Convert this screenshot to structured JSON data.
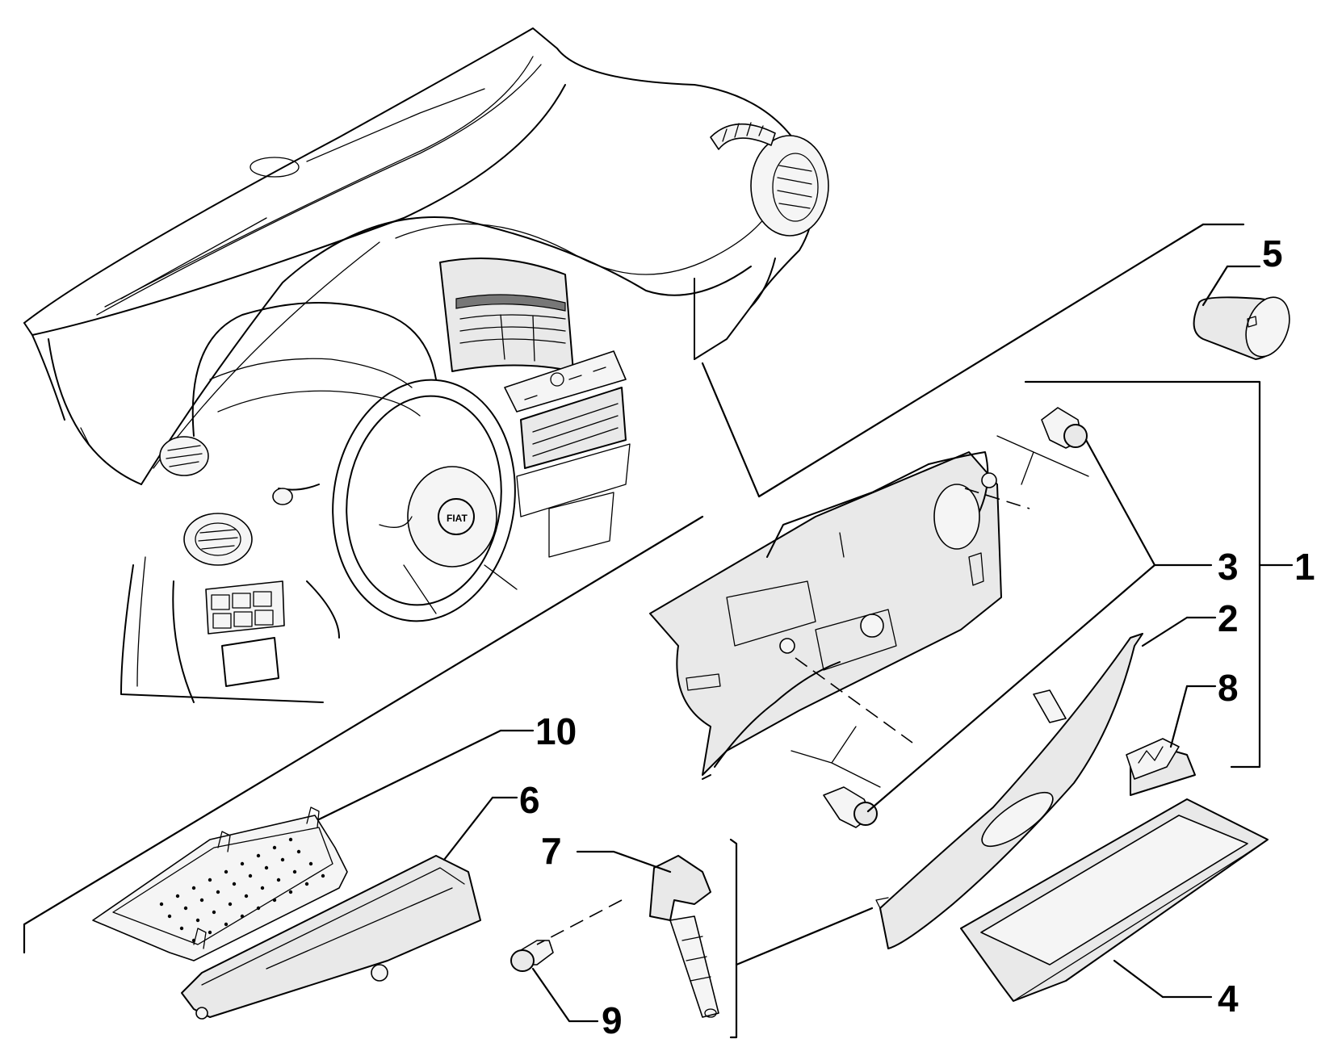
{
  "callouts": [
    {
      "id": "1",
      "label": "1"
    },
    {
      "id": "2",
      "label": "2"
    },
    {
      "id": "3",
      "label": "3"
    },
    {
      "id": "4",
      "label": "4"
    },
    {
      "id": "5",
      "label": "5"
    },
    {
      "id": "6",
      "label": "6"
    },
    {
      "id": "7",
      "label": "7"
    },
    {
      "id": "8",
      "label": "8"
    },
    {
      "id": "9",
      "label": "9"
    },
    {
      "id": "10",
      "label": "10"
    }
  ],
  "dashboard": {
    "badge_text": "FIAT"
  }
}
